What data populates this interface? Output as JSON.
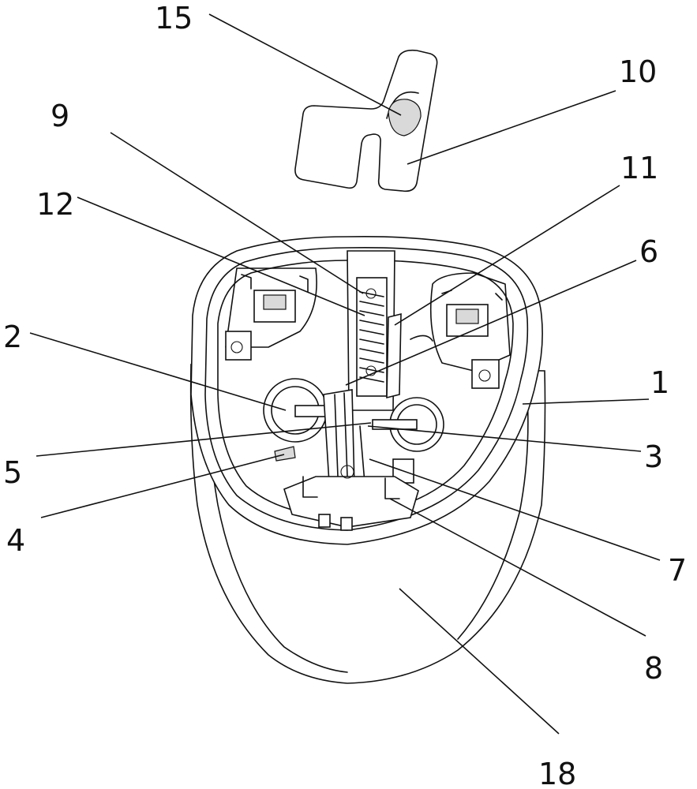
{
  "callouts": [
    {
      "id": "15",
      "label": "15"
    },
    {
      "id": "10",
      "label": "10"
    },
    {
      "id": "9",
      "label": "9"
    },
    {
      "id": "11",
      "label": "11"
    },
    {
      "id": "12",
      "label": "12"
    },
    {
      "id": "6",
      "label": "6"
    },
    {
      "id": "2",
      "label": "2"
    },
    {
      "id": "1",
      "label": "1"
    },
    {
      "id": "5",
      "label": "5"
    },
    {
      "id": "3",
      "label": "3"
    },
    {
      "id": "4",
      "label": "4"
    },
    {
      "id": "7",
      "label": "7"
    },
    {
      "id": "8",
      "label": "8"
    },
    {
      "id": "18",
      "label": "18"
    }
  ]
}
